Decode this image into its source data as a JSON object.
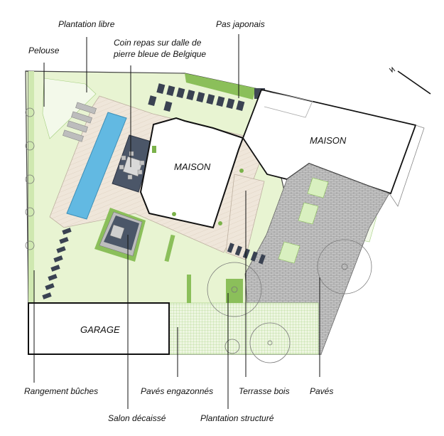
{
  "labels": {
    "plantation_libre": "Plantation libre",
    "pas_japonais": "Pas japonais",
    "pelouse": "Pelouse",
    "coin_repas_line1": "Coin repas sur dalle de",
    "coin_repas_line2": "pierre bleue de Belgique",
    "maison_1": "MAISON",
    "maison_2": "MAISON",
    "garage": "GARAGE",
    "rangement_buches": "Rangement bûches",
    "paves_engazonnes": "Pavés engazonnés",
    "terrasse_bois": "Terrasse bois",
    "paves": "Pavés",
    "salon_decaisse": "Salon décaissé",
    "plantation_structuree": "Plantation structuré"
  },
  "colors": {
    "lawn": "#e6f3cf",
    "lawn_light": "#f2f9e6",
    "green_strip": "#8bbf5a",
    "pool": "#5fb8e0",
    "stone": "#4b5668",
    "deck": "#ece3d6",
    "pavers": "#c9c9c9",
    "steps": "#3a4252"
  },
  "icons": {
    "north": "north-arrow-icon"
  }
}
